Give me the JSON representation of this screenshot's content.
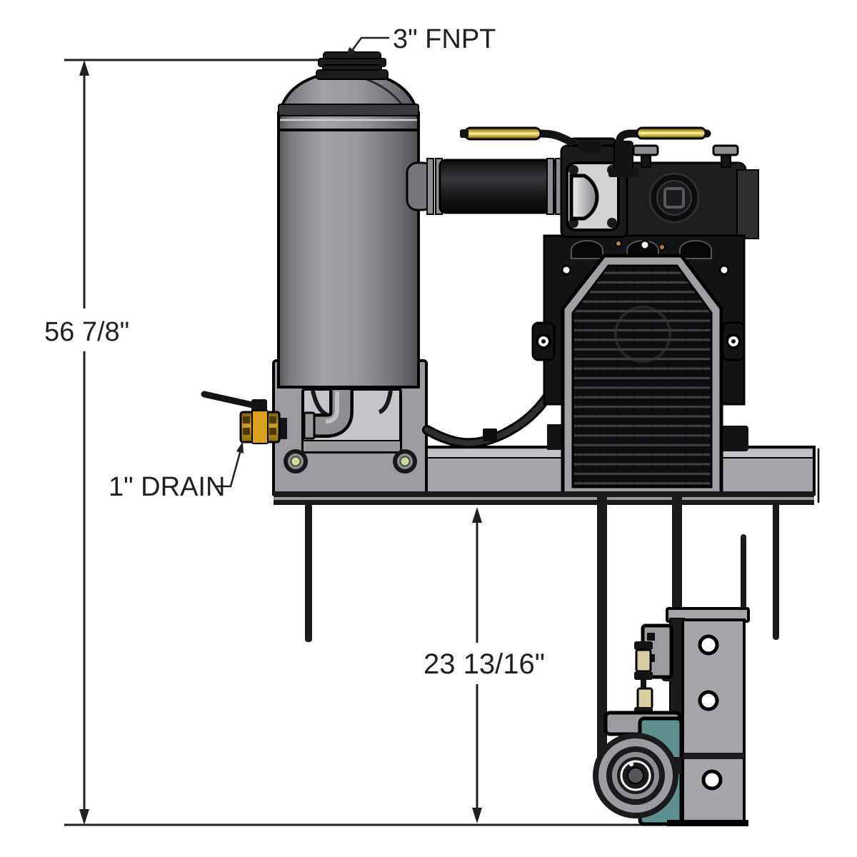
{
  "drawing": {
    "type": "technical-dimension-drawing",
    "subject": "vacuum-pump-tank-assembly-side-view",
    "annotations": {
      "fnpt_label": "3\" FNPT",
      "drain_label": "1\" DRAIN"
    },
    "dimensions": {
      "overall_height": "56 7/8\"",
      "base_to_ground": "23 13/16\""
    },
    "colors": {
      "background": "#ffffff",
      "line": "#231f20",
      "tank_gray": "#8f8f93",
      "frame_gray": "#a6a6aa",
      "black_part": "#1b1b1d",
      "brass_valve": "#b8860b",
      "handle_gold": "#e8d96a",
      "bearing_teal": "#5f8f8f",
      "spring_beige": "#d8d0a0",
      "bolt_green": "#cdd9a2"
    }
  }
}
